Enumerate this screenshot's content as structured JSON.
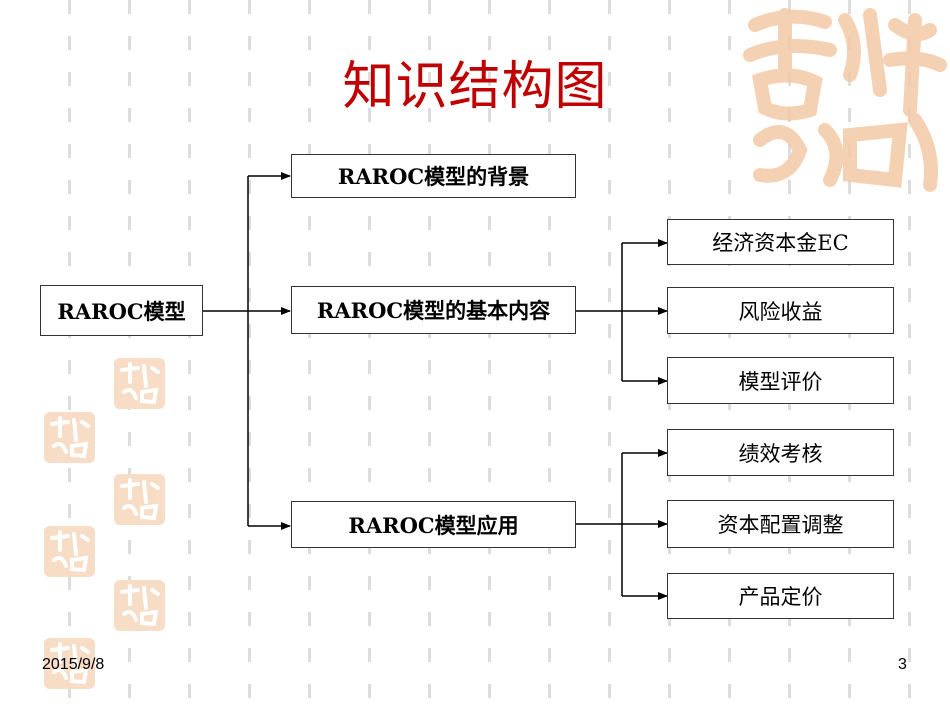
{
  "title": "知识结构图",
  "root": "RAROC模型",
  "level1": {
    "background": "RAROC模型的背景",
    "basic_content": "RAROC模型的基本内容",
    "application": "RAROC模型应用"
  },
  "basic_children": [
    "经济资本金EC",
    "风险收益",
    "模型评价"
  ],
  "application_children": [
    "绩效考核",
    "资本配置调整",
    "产品定价"
  ],
  "footer": {
    "date": "2015/9/8",
    "page": "3"
  },
  "colors": {
    "title": "#c00000",
    "seal": "#f4c9a8",
    "stroke": "#000000"
  }
}
